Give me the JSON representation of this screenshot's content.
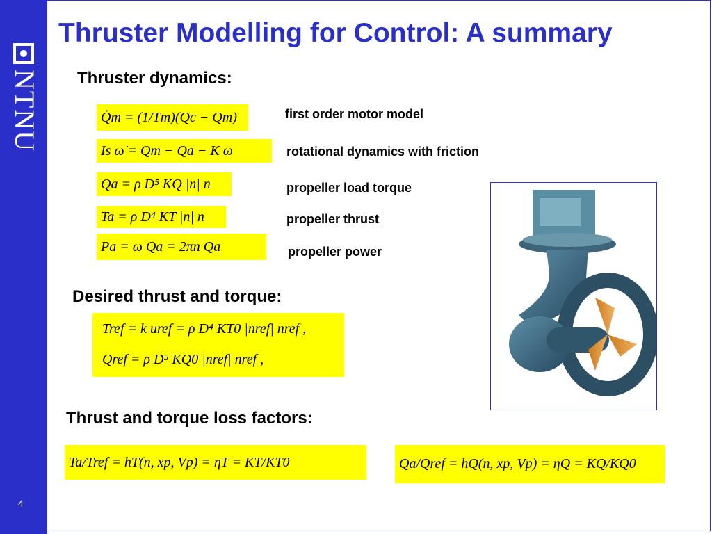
{
  "brand": "NTNU",
  "page_number": "4",
  "title": "Thruster Modelling for Control: A summary",
  "sections": {
    "dynamics_heading": "Thruster dynamics:",
    "desired_heading": "Desired thrust and torque:",
    "loss_heading": "Thrust and torque loss factors:"
  },
  "equations": {
    "motor": "Q̇m = (1/Tm)(Qc − Qm)",
    "rotational": "Is ω̇ = Qm − Qa − K ω",
    "load_torque": "Qa = ρ D⁵ KQ |n| n",
    "thrust": "Ta = ρ D⁴ KT |n| n",
    "power": "Pa = ω Qa = 2πn Qa",
    "desired_thrust": "Tref = k uref = ρ D⁴ KT0 |nref| nref ,",
    "desired_torque": "Qref = ρ D⁵ KQ0 |nref| nref ,",
    "thrust_loss": "Ta/Tref = hT(n, xp, Vp) = ηT = KT/KT0",
    "torque_loss": "Qa/Qref = hQ(n, xp, Vp) = ηQ = KQ/KQ0"
  },
  "descriptions": {
    "motor": "first order motor model",
    "rotational": "rotational dynamics with friction",
    "load_torque": "propeller load torque",
    "thrust": "propeller thrust",
    "power": "propeller power"
  },
  "colors": {
    "sidebar": "#2b2fc9",
    "title": "#2b2fc9",
    "highlight": "#ffff00"
  }
}
